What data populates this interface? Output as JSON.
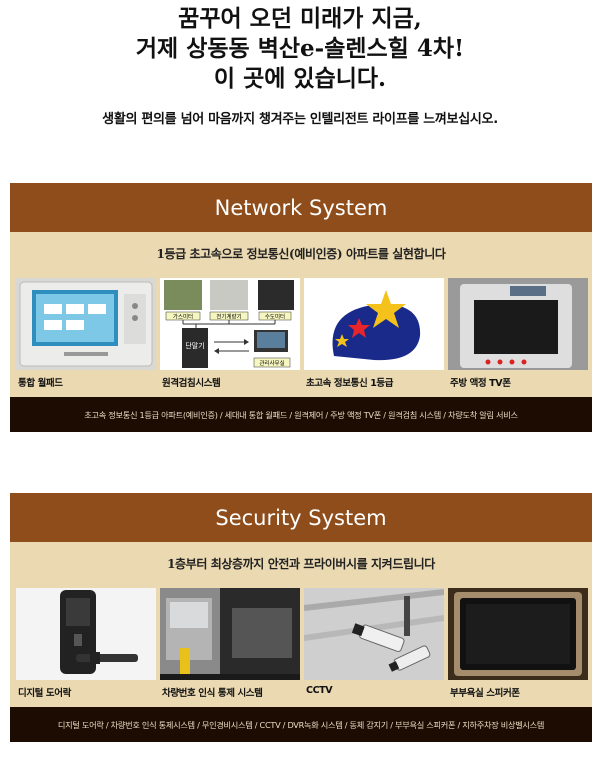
{
  "hero": {
    "line1": "꿈꾸어 오던 미래가 지금,",
    "line2": "거제 상동동 벽산e-솔렌스힐 4차!",
    "line3": "이 곳에 있습니다.",
    "subtitle": "생활의 편의를 넘어 마음까지 챙겨주는 인텔리전트 라이프를 느껴보십시오."
  },
  "network": {
    "title": "Network System",
    "subtitle": "1등급 초고속으로 정보통신(예비인증) 아파트를 실현합니다",
    "items": [
      {
        "caption": "통합 월패드",
        "icon": "wallpad-photo"
      },
      {
        "caption": "원격검침시스템",
        "icon": "remote-metering-diagram",
        "diagram": {
          "gas": "가스미터",
          "elec": "전기계량기",
          "water": "수도미터",
          "unit": "단말기",
          "office": "관리사무실"
        }
      },
      {
        "caption": "초고속 정보통신 1등급",
        "icon": "star-certification-logo"
      },
      {
        "caption": "주방 액정 TV폰",
        "icon": "kitchen-tv-phone-photo"
      }
    ],
    "footer": "초고속 정보통신 1등급 아파트(예비인증) / 세대내 통합 월패드 / 원격제어 / 주방 액정 TV폰 / 원격검침 시스템 / 차량도착 알림 서비스"
  },
  "security": {
    "title": "Security System",
    "subtitle": "1층부터 최상층까지 안전과 프라이버시를 지켜드립니다",
    "items": [
      {
        "caption": "디지털 도어락",
        "icon": "door-lock-photo"
      },
      {
        "caption": "차량번호 인식 통제 시스템",
        "icon": "vehicle-gate-photo"
      },
      {
        "caption": "CCTV",
        "icon": "cctv-camera-photo"
      },
      {
        "caption": "부부욕실 스피커폰",
        "icon": "bathroom-speakerphone-photo"
      }
    ],
    "footer": "디지털 도어락 / 차량번호 인식 통제시스템 / 무인경비시스템 / CCTV / DVR녹화 시스템 / 동체 감지기 / 부부욕실 스피커폰 / 지하주차장 비상벨시스템"
  },
  "colors": {
    "brown_header": "#8e4d1a",
    "beige_band": "#ead9b1",
    "dark_footer": "#1d0c02"
  }
}
